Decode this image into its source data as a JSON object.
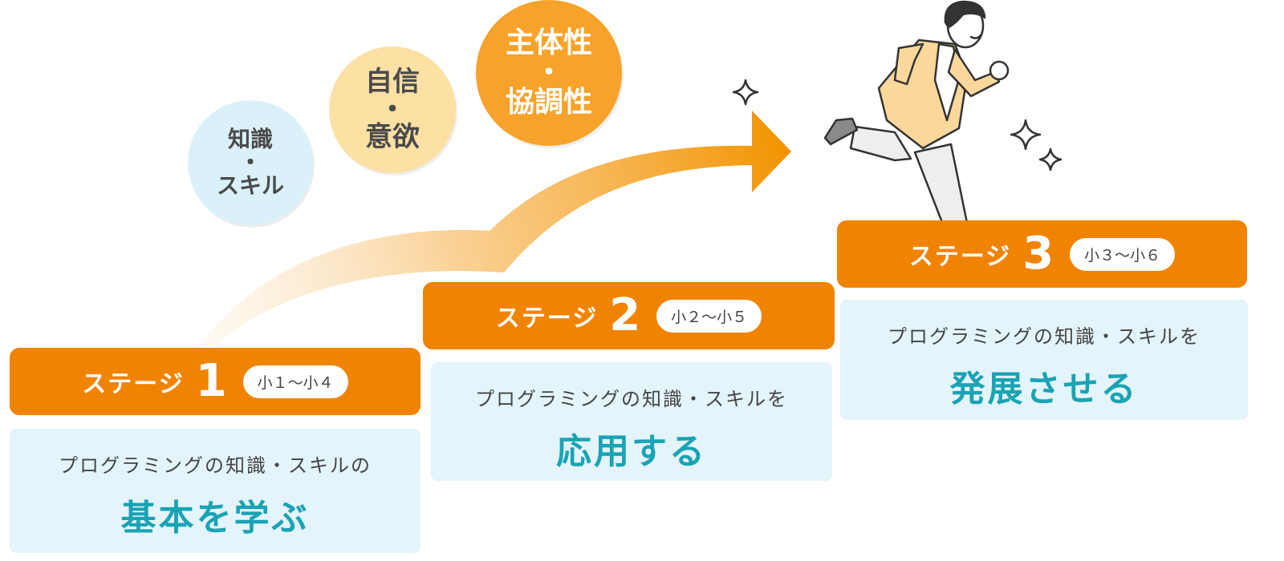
{
  "bubbles": [
    {
      "line1": "知識",
      "dot": "・",
      "line2": "スキル"
    },
    {
      "line1": "自信",
      "dot": "・",
      "line2": "意欲"
    },
    {
      "line1": "主体性",
      "dot": "・",
      "line2": "協調性"
    }
  ],
  "stages": [
    {
      "label": "ステージ",
      "number": "1",
      "grade": "小１〜小４",
      "description": "プログラミングの知識・スキルの",
      "emphasis": "基本を学ぶ"
    },
    {
      "label": "ステージ",
      "number": "2",
      "grade": "小２〜小５",
      "description": "プログラミングの知識・スキルを",
      "emphasis": "応用する"
    },
    {
      "label": "ステージ",
      "number": "3",
      "grade": "小３〜小６",
      "description": "プログラミングの知識・スキルを",
      "emphasis": "発展させる"
    }
  ],
  "colors": {
    "stage_orange": "#f08300",
    "box_blue": "#e3f4fa",
    "emphasis_teal": "#1aa3b4",
    "bubble_blue": "#dbf1f9",
    "bubble_cream": "#fde0a4",
    "bubble_orange": "#f7a22a"
  },
  "icons": [
    "growth-arrow-icon",
    "sparkle-icon",
    "running-person-illustration"
  ]
}
